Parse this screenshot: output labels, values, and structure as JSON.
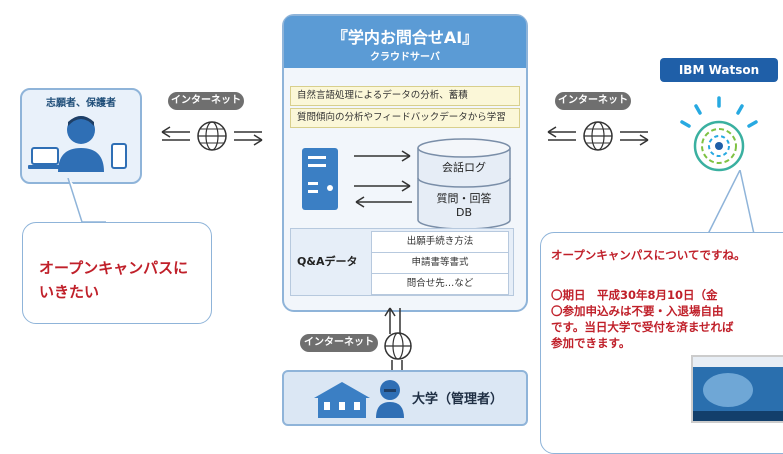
{
  "left_user": {
    "label": "志願者、保護者"
  },
  "left_bubble": {
    "line1": "オープンキャンパスに",
    "line2": "いきたい"
  },
  "internet_left": "インターネット",
  "internet_right": "インターネット",
  "internet_bottom": "インターネット",
  "server": {
    "title": "『学内お問合せAI』",
    "subtitle": "クラウドサーバ",
    "row1": "自然言語処理によるデータの分析、蓄積",
    "row2": "質問傾向の分析やフィードバックデータから学習",
    "db_log": "会話ログ",
    "db_qa_line1": "質問・回答",
    "db_qa_line2": "DB",
    "qa_title": "Q&Aデータ",
    "qa_items": [
      "出願手続き方法",
      "申請書等書式",
      "問合せ先…など"
    ]
  },
  "watson": {
    "label": "IBM Watson"
  },
  "right_bubble": {
    "line1": "オープンキャンパスについてですね。",
    "line2": "〇期日　平成30年8月10日（金",
    "line3": "〇参加申込みは不要・入退場自由",
    "line4": "です。当日大学で受付を済ませれば",
    "line5": "参加できます。"
  },
  "university": {
    "label": "大学（管理者）"
  },
  "colors": {
    "accent": "#5b9bd5",
    "border": "#8fb4d9",
    "red": "#c0202a",
    "pill": "#6f6f6f"
  }
}
